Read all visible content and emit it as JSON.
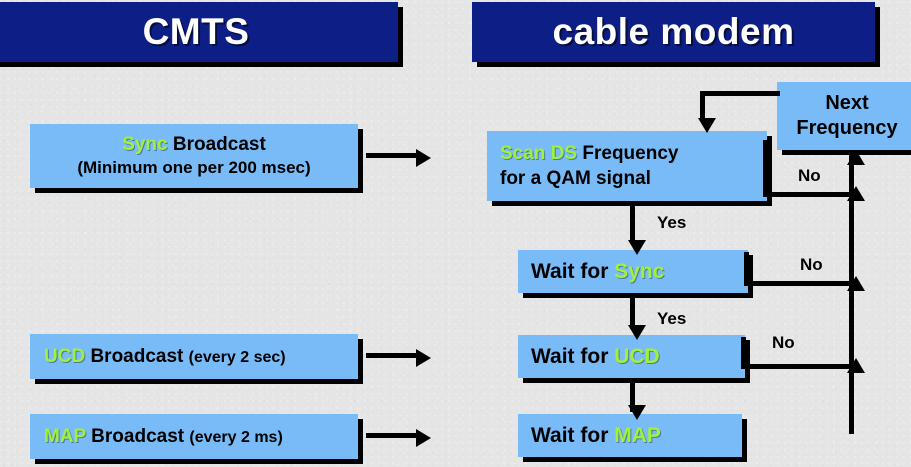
{
  "diagram": {
    "title_left": "CMTS",
    "title_right": "cable modem",
    "colors": {
      "header_bg": "#0d1f86",
      "box_bg": "#79bbf7",
      "accent_text": "#a0f03c",
      "background": "#e5e5e5",
      "line": "#000000"
    }
  },
  "cmts": {
    "sync": {
      "keyword": "Sync",
      "rest": " Broadcast",
      "detail": "(Minimum one per 200 msec)"
    },
    "ucd": {
      "keyword": "UCD",
      "rest": " Broadcast ",
      "detail": "(every 2 sec)"
    },
    "map": {
      "keyword": "MAP",
      "rest": " Broadcast ",
      "detail": "(every 2 ms)"
    }
  },
  "modem": {
    "scan": {
      "keyword": "Scan DS",
      "rest": " Frequency",
      "line2": "for  a QAM signal"
    },
    "next_frequency": {
      "line1": "Next",
      "line2": "Frequency"
    },
    "wait_sync": {
      "prefix": "Wait for ",
      "keyword": "Sync"
    },
    "wait_ucd": {
      "prefix": "Wait for ",
      "keyword": "UCD"
    },
    "wait_map": {
      "prefix": "Wait for ",
      "keyword": "MAP"
    }
  },
  "labels": {
    "yes_scan": "Yes",
    "yes_sync": "Yes",
    "no_scan": "No",
    "no_sync": "No",
    "no_ucd": "No"
  }
}
